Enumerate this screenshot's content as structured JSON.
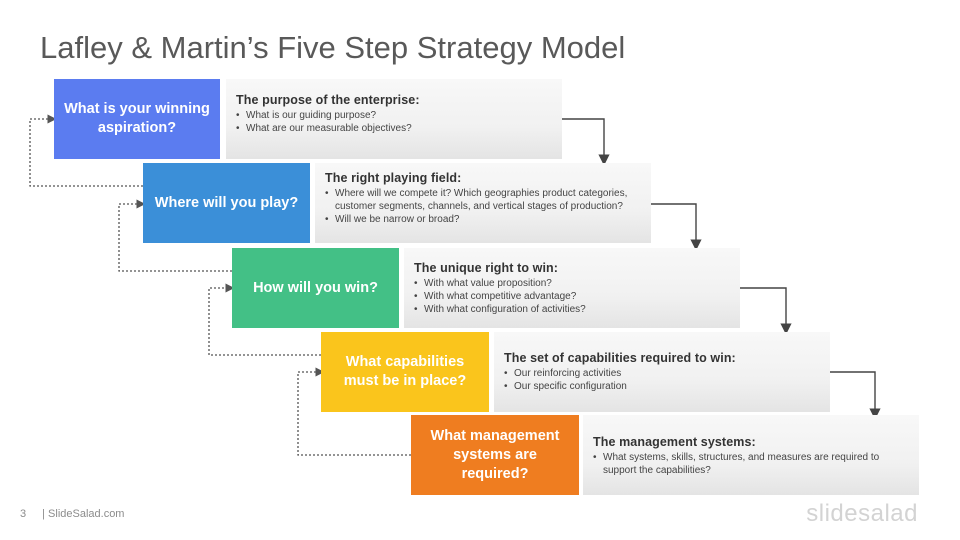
{
  "title": "Lafley & Martin’s Five Step Strategy Model",
  "steps": [
    {
      "label": "What is your winning aspiration?",
      "color": "#5b7cf0",
      "heading": "The purpose of the enterprise:",
      "bullets": [
        "What is our guiding purpose?",
        "What are our measurable objectives?"
      ]
    },
    {
      "label": "Where will you play?",
      "color": "#3b8fd8",
      "heading": "The right playing field:",
      "bullets": [
        "Where will we compete it? Which geographies product categories, customer segments, channels, and vertical stages of production?",
        "Will we be narrow or broad?"
      ]
    },
    {
      "label": "How will you win?",
      "color": "#43c086",
      "heading": "The unique right to win:",
      "bullets": [
        "With what value proposition?",
        "With what competitive advantage?",
        "With what configuration of activities?"
      ]
    },
    {
      "label": "What capabilities must be in place?",
      "color": "#fac51c",
      "heading": "The set of capabilities required to win:",
      "bullets": [
        "Our reinforcing activities",
        "Our specific configuration"
      ]
    },
    {
      "label": "What management systems are required?",
      "color": "#ef7d20",
      "heading": "The management systems:",
      "bullets": [
        "What systems, skills, structures, and measures are required to support the capabilities?"
      ]
    }
  ],
  "footer": {
    "page_number": "3",
    "source": "| SlideSalad.com"
  },
  "brand": "slidesalad"
}
